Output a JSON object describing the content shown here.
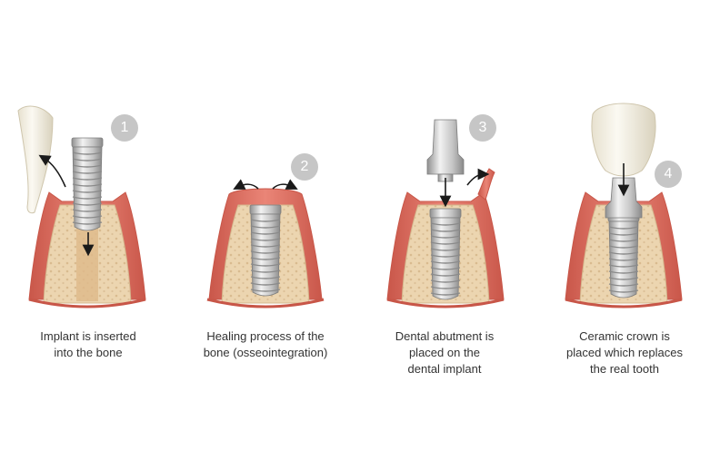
{
  "colors": {
    "gum": "#e4776a",
    "gum_dark": "#c85648",
    "bone": "#ecd5b0",
    "bone_dots": "#d8b98c",
    "metal_light": "#eeeeee",
    "metal_dark": "#9a9a9a",
    "badge": "#c6c6c6",
    "tooth": "#f6f2e6",
    "arrow": "#1a1a1a"
  },
  "steps": [
    {
      "number": "1",
      "caption": [
        "Implant is inserted",
        "into the bone"
      ]
    },
    {
      "number": "2",
      "caption": [
        "Healing process of the",
        "bone (osseointegration)"
      ]
    },
    {
      "number": "3",
      "caption": [
        "Dental abutment is",
        "placed on the",
        "dental implant"
      ]
    },
    {
      "number": "4",
      "caption": [
        "Ceramic crown is",
        "placed which replaces",
        "the real tooth"
      ]
    }
  ]
}
